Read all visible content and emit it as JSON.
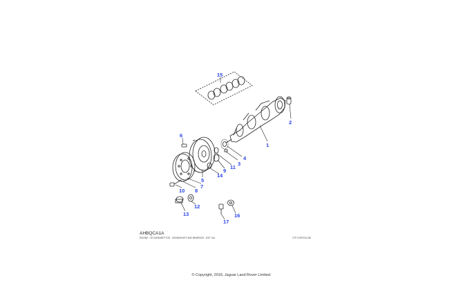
{
  "diagram": {
    "code": "AHBQCA1A",
    "caption": "ENGINE - V8 CARBURETTOR - CRANKSHAFT AND BEARINGS - EXP 13A",
    "reference": "CTP-LR2F016-235",
    "copyright": "© Copyright, 2016, Jaguar Land Rover Limited.",
    "callouts": [
      "15",
      "2",
      "1",
      "6",
      "4",
      "3",
      "11",
      "9",
      "14",
      "5",
      "7",
      "8",
      "10",
      "12",
      "13",
      "16",
      "17"
    ]
  }
}
